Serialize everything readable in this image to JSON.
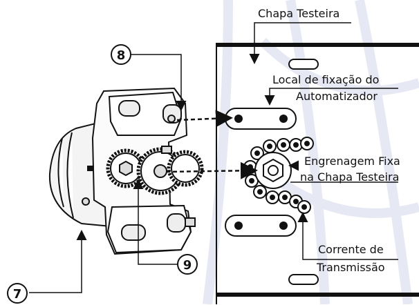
{
  "labels": {
    "chapa_testeira": "Chapa Testeira",
    "local_fixacao_line1": "Local de fixação do",
    "local_fixacao_line2": "Automatizador",
    "engrenagem_line1": "Engrenagem Fixa",
    "engrenagem_line2": "na Chapa Testeira",
    "corrente_line1": "Corrente de",
    "corrente_line2": "Transmissão"
  },
  "callouts": {
    "n7": "7",
    "n8": "8",
    "n9": "9"
  }
}
